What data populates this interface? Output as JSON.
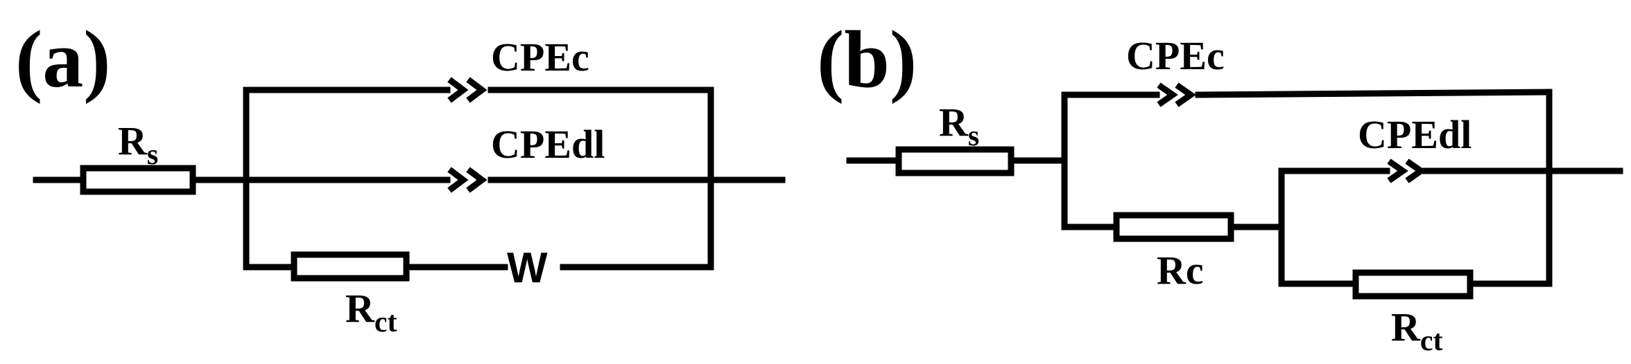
{
  "panels": [
    {
      "id": "a",
      "label": "(a)",
      "components": {
        "rs": {
          "main": "R",
          "sub": "s"
        },
        "cpec": "CPEc",
        "cpedl": "CPEdl",
        "rct": {
          "main": "R",
          "sub": "ct"
        },
        "w": "W"
      }
    },
    {
      "id": "b",
      "label": "(b)",
      "components": {
        "rs": {
          "main": "R",
          "sub": "s"
        },
        "cpec": "CPEc",
        "cpedl": "CPEdl",
        "rc": "Rc",
        "rct": {
          "main": "R",
          "sub": "ct"
        }
      }
    }
  ]
}
